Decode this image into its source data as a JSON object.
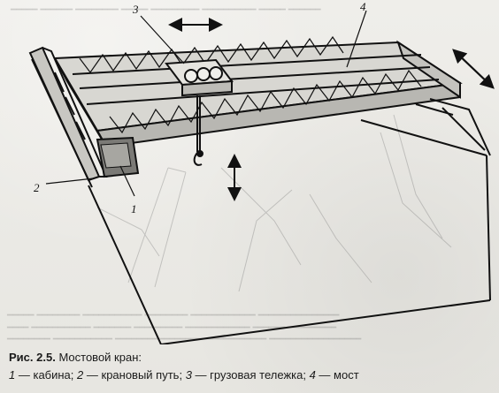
{
  "figure": {
    "callouts": [
      "1",
      "2",
      "3",
      "4"
    ]
  },
  "caption": {
    "figure_number": "Рис. 2.5.",
    "title": "Мостовой кран:",
    "legend": [
      {
        "num": "1",
        "text": "кабина"
      },
      {
        "num": "2",
        "text": "крановый путь"
      },
      {
        "num": "3",
        "text": "грузовая тележка"
      },
      {
        "num": "4",
        "text": "мост"
      }
    ],
    "separator": " — ",
    "delimiter": "; "
  }
}
